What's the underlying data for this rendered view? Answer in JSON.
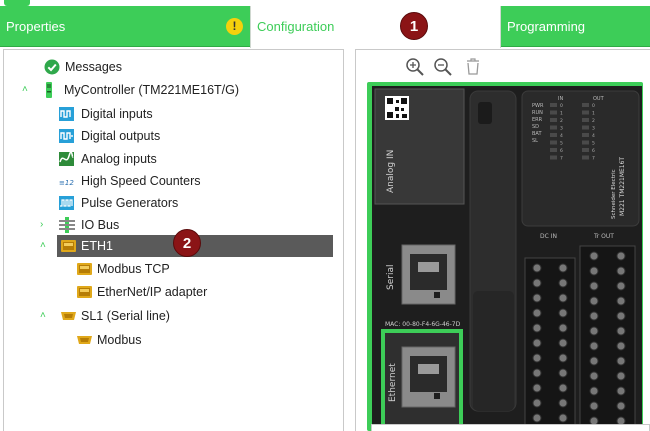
{
  "tabs": {
    "properties": "Properties",
    "configuration": "Configuration",
    "programming": "Programming",
    "warning_glyph": "!"
  },
  "callouts": {
    "one": "1",
    "two": "2"
  },
  "tree": {
    "messages": "Messages",
    "controller": "MyController (TM221ME16T/G)",
    "digital_inputs": "Digital inputs",
    "digital_outputs": "Digital outputs",
    "analog_inputs": "Analog inputs",
    "hsc": "High Speed Counters",
    "pulse": "Pulse Generators",
    "io_bus": "IO Bus",
    "eth1": "ETH1",
    "modbus_tcp": "Modbus TCP",
    "ethernet_ip": "EtherNet/IP adapter",
    "sl1": "SL1 (Serial line)",
    "modbus": "Modbus"
  },
  "device": {
    "analog_in": "Analog IN",
    "serial": "Serial",
    "ethernet": "Ethernet",
    "mac": "MAC: 00-80-F4-6G-46-7D",
    "model": "M221 TM221ME16T",
    "brand": "Schneider Electric",
    "in_label": "IN",
    "out_label": "OUT",
    "dc_in": "DC IN",
    "tr_out": "Tr OUT",
    "status_leds": [
      "PWR",
      "RUN",
      "ERR",
      "SD",
      "BAT",
      "SL"
    ],
    "channel_numbers": [
      "0",
      "1",
      "2",
      "3",
      "4",
      "5",
      "6",
      "7"
    ]
  },
  "colors": {
    "accent": "#3dcd58",
    "selected": "#5a5a5a",
    "callout": "#8b1416",
    "warning": "#f5d10c"
  },
  "icons": {
    "messages": "check-circle-icon",
    "controller": "controller-icon",
    "digital_inputs": "digital-input-icon",
    "digital_outputs": "digital-output-icon",
    "analog_inputs": "analog-icon",
    "hsc": "counter-icon",
    "pulse": "pulse-icon",
    "io_bus": "io-bus-icon",
    "eth1": "ethernet-port-icon",
    "zoom_in": "zoom-in-icon",
    "zoom_out": "zoom-out-icon",
    "delete": "trash-icon"
  }
}
